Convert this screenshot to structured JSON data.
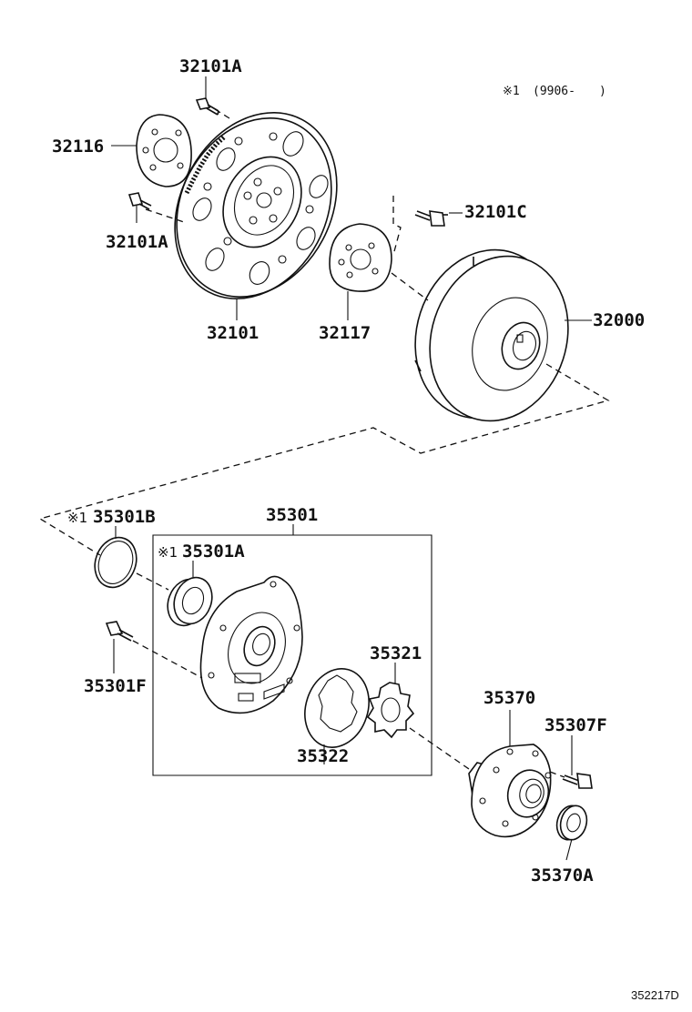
{
  "note": {
    "mark": "※1",
    "text": "(9906-　　)"
  },
  "parts": {
    "p32101A_top": "32101A",
    "p32116": "32116",
    "p32101A_left": "32101A",
    "p32101": "32101",
    "p32117": "32117",
    "p32101C": "32101C",
    "p32000": "32000",
    "p35301": "35301",
    "p35301B": "35301B",
    "p35301A": "35301A",
    "p35301F": "35301F",
    "p35321": "35321",
    "p35322": "35322",
    "p35370": "35370",
    "p35307F": "35307F",
    "p35370A": "35370A"
  },
  "marks": {
    "m35301B": "※1",
    "m35301A": "※1"
  },
  "diagram_code": "352217D"
}
